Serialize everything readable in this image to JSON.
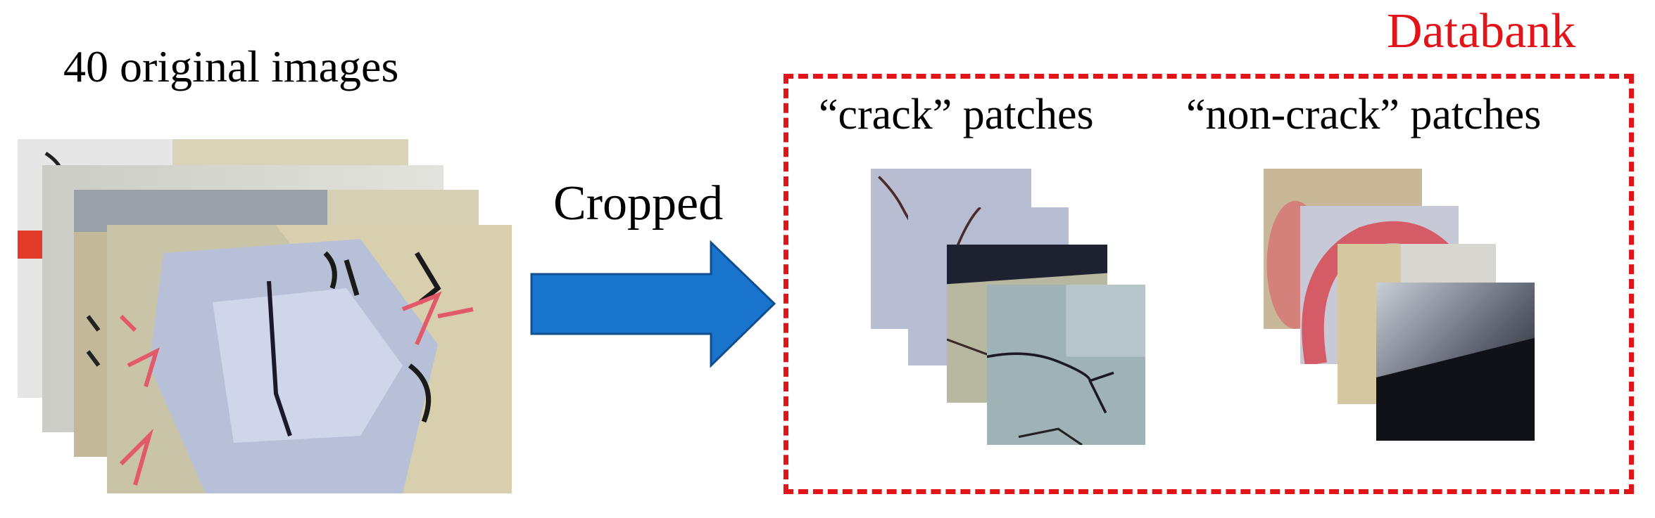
{
  "originals": {
    "label": "40 original images"
  },
  "arrow": {
    "label": "Cropped",
    "color": "#1874cd"
  },
  "databank": {
    "label": "Databank",
    "border_color": "#e1141a",
    "crack_label": "“crack” patches",
    "noncrack_label": "“non-crack” patches"
  }
}
